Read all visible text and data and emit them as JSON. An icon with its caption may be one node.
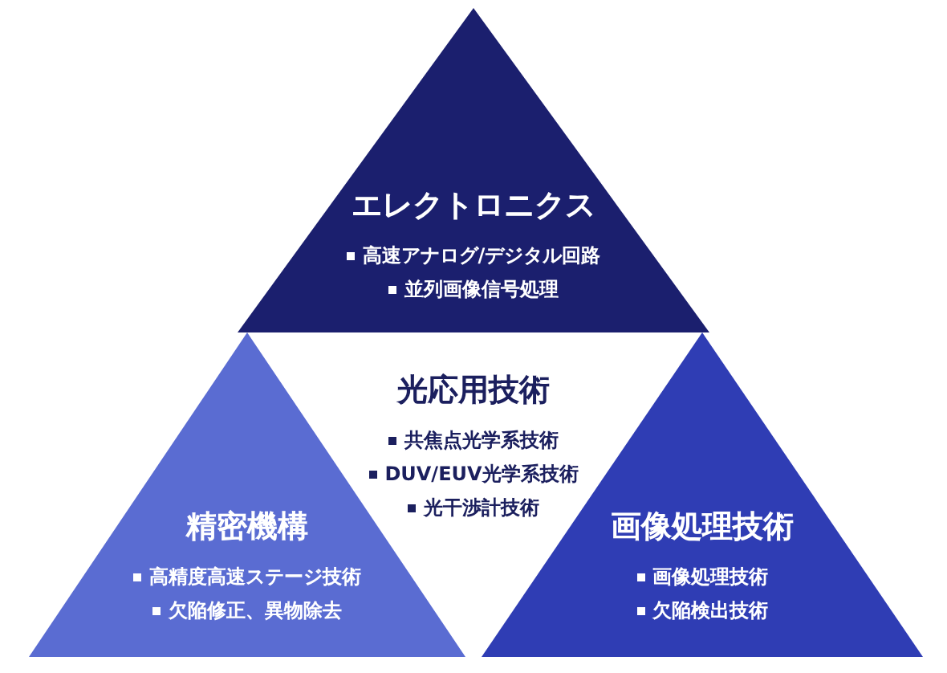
{
  "diagram": {
    "nodes": [
      {
        "text": [
          "エレクトロニクス",
          "高速アナログ/デジタル回路",
          "並列画像信号処理"
        ]
      },
      {
        "text": [
          "光応用技術",
          "共焦点光学系技術",
          "DUV/EUV光学系技術",
          "光干渉計技術"
        ]
      },
      {
        "text": [
          "精密機構",
          "高精度高速ステージ技術",
          "欠陥修正、異物除去"
        ]
      },
      {
        "text": [
          "画像処理技術",
          "画像処理技術",
          "欠陥検出技術"
        ]
      }
    ]
  }
}
